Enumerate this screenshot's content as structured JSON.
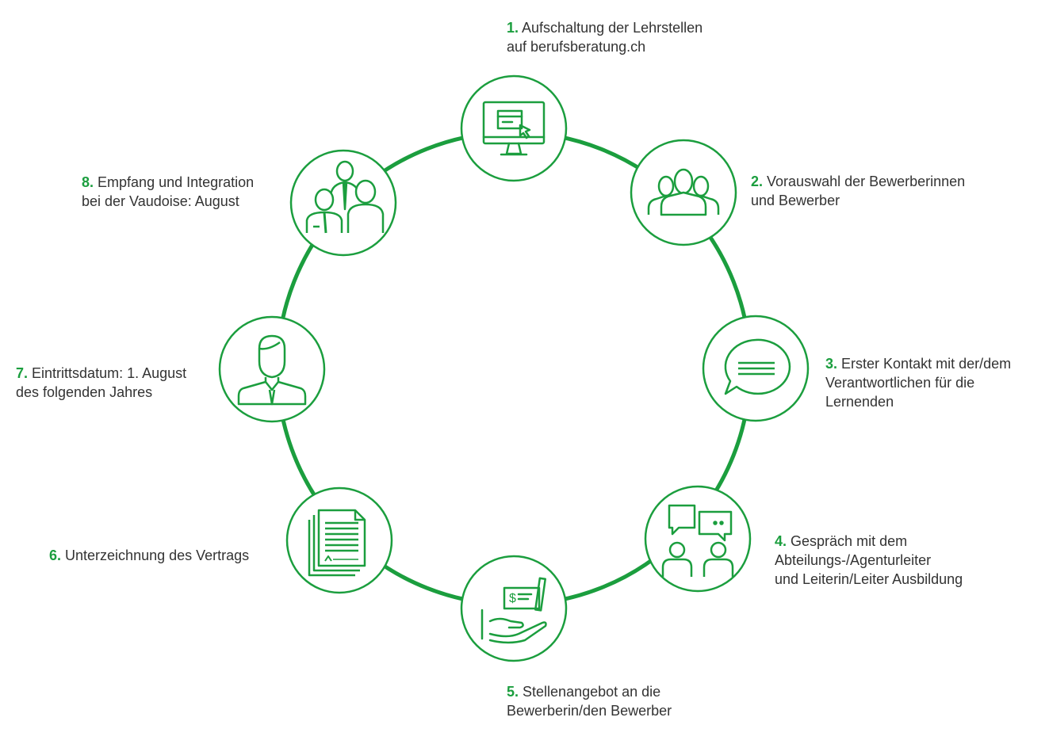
{
  "colors": {
    "accent": "#1b9e3e",
    "text": "#333333",
    "background": "#ffffff"
  },
  "steps": [
    {
      "num": "1.",
      "lines": [
        "Aufschaltung der Lehrstellen",
        "auf berufsberatung.ch"
      ],
      "icon": "computer-screen-icon"
    },
    {
      "num": "2.",
      "lines": [
        "Vorauswahl der Bewerberinnen",
        "und Bewerber"
      ],
      "icon": "people-group-icon"
    },
    {
      "num": "3.",
      "lines": [
        "Erster Kontakt mit der/dem",
        "Verantwortlichen für die",
        "Lernenden"
      ],
      "icon": "speech-bubble-icon"
    },
    {
      "num": "4.",
      "lines": [
        "Gespräch mit dem",
        "Abteilungs-/Agenturleiter",
        "und Leiterin/Leiter Ausbildung"
      ],
      "icon": "conversation-icon"
    },
    {
      "num": "5.",
      "lines": [
        "Stellenangebot an die",
        "Bewerberin/den Bewerber"
      ],
      "icon": "job-offer-hand-icon"
    },
    {
      "num": "6.",
      "lines": [
        "Unterzeichnung des Vertrags"
      ],
      "icon": "contract-documents-icon"
    },
    {
      "num": "7.",
      "lines": [
        "Eintrittsdatum: 1. August",
        "des folgenden Jahres"
      ],
      "icon": "employee-icon"
    },
    {
      "num": "8.",
      "lines": [
        "Empfang und Integration",
        "bei der Vaudoise: August"
      ],
      "icon": "team-integration-icon"
    }
  ]
}
